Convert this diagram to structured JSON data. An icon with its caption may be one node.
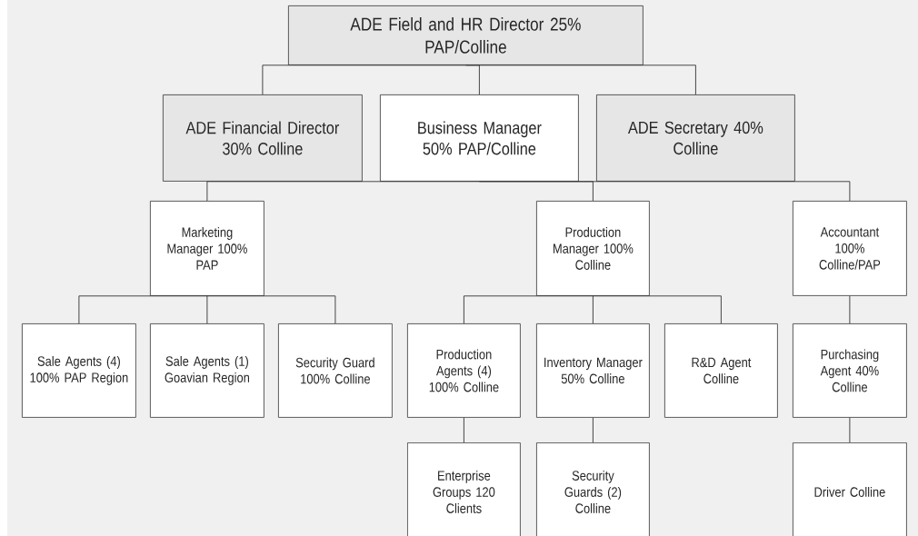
{
  "diagram": {
    "nodes": [
      {
        "text": [
          "ADE Field and HR Director 25% PAP/Colline"
        ]
      },
      {
        "text": [
          "ADE Financial Director 30% Colline"
        ]
      },
      {
        "text": [
          "Business Manager 50% PAP/Colline"
        ]
      },
      {
        "text": [
          "ADE Secretary 40% Colline"
        ]
      },
      {
        "text": [
          "Marketing Manager 100% PAP"
        ]
      },
      {
        "text": [
          "Production Manager 100% Colline"
        ]
      },
      {
        "text": [
          "Accountant 100% Colline/PAP"
        ]
      },
      {
        "text": [
          "Sale Agents (4) 100% PAP Region"
        ]
      },
      {
        "text": [
          "Sale Agents (1) Goavian Region"
        ]
      },
      {
        "text": [
          "Security Guard 100% Colline"
        ]
      },
      {
        "text": [
          "Production Agents (4) 100% Colline"
        ]
      },
      {
        "text": [
          "Inventory Manager 50% Colline"
        ]
      },
      {
        "text": [
          "R&D Agent Colline"
        ]
      },
      {
        "text": [
          "Purchasing Agent 40% Colline"
        ]
      },
      {
        "text": [
          "Enterprise Groups 120 Clients"
        ]
      },
      {
        "text": [
          "Security Guards (2) Colline"
        ]
      },
      {
        "text": [
          "Driver Colline"
        ]
      }
    ],
    "edges": [
      {
        "from": 0,
        "to": 1,
        "arrow": "none"
      },
      {
        "from": 0,
        "to": 2,
        "arrow": "none"
      },
      {
        "from": 0,
        "to": 3,
        "arrow": "none"
      },
      {
        "from": 2,
        "to": 4,
        "arrow": "none"
      },
      {
        "from": 2,
        "to": 5,
        "arrow": "none"
      },
      {
        "from": 2,
        "to": 6,
        "arrow": "none"
      },
      {
        "from": 4,
        "to": 7,
        "arrow": "none"
      },
      {
        "from": 4,
        "to": 8,
        "arrow": "none"
      },
      {
        "from": 4,
        "to": 9,
        "arrow": "none"
      },
      {
        "from": 5,
        "to": 10,
        "arrow": "none"
      },
      {
        "from": 5,
        "to": 11,
        "arrow": "none"
      },
      {
        "from": 5,
        "to": 12,
        "arrow": "none"
      },
      {
        "from": 6,
        "to": 13,
        "arrow": "none"
      },
      {
        "from": 10,
        "to": 14,
        "arrow": "none"
      },
      {
        "from": 11,
        "to": 15,
        "arrow": "none"
      },
      {
        "from": 13,
        "to": 16,
        "arrow": "none"
      }
    ]
  }
}
